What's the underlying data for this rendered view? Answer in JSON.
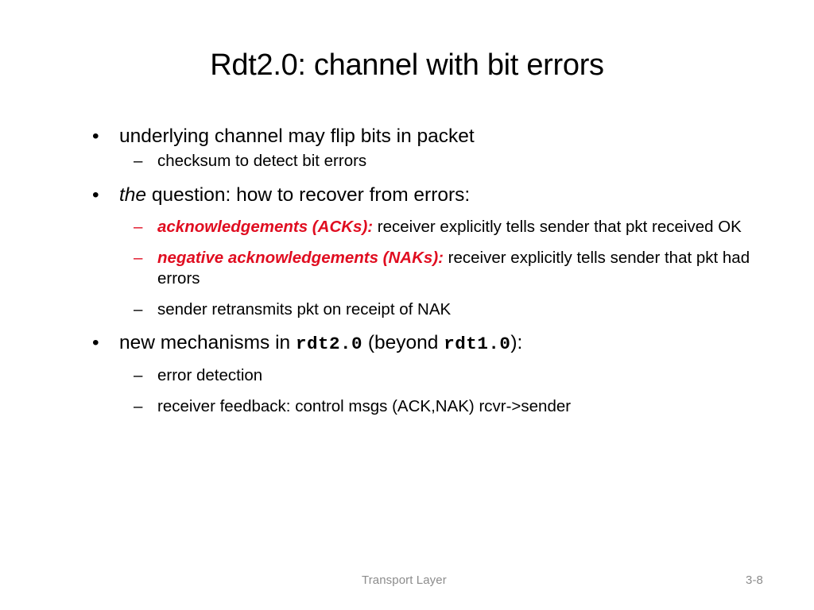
{
  "slide": {
    "title": "Rdt2.0: channel with bit errors",
    "bullet_marker": "•",
    "sub_marker": "–",
    "accent_red": "#e00d20",
    "text_color": "#000000",
    "footer_color": "#8c8c8c",
    "background": "#ffffff"
  },
  "content": {
    "b1": {
      "text": "underlying channel may flip bits in packet"
    },
    "b1s1": {
      "text": "checksum to detect bit errors"
    },
    "b2": {
      "italic_lead": "the",
      "rest": " question: how to recover from errors:"
    },
    "b2s1": {
      "lead": "acknowledgements (ACKs):",
      "rest": " receiver explicitly tells sender that pkt received OK"
    },
    "b2s2": {
      "lead": "negative acknowledgements (NAKs):",
      "rest": " receiver explicitly tells sender that pkt had errors"
    },
    "b2s3": {
      "text": "sender retransmits pkt on receipt of NAK"
    },
    "b3": {
      "pre": "new mechanisms in ",
      "mono1": "rdt2.0",
      "mid": " (beyond ",
      "mono2": "rdt1.0",
      "post": "):"
    },
    "b3s1": {
      "text": "error detection"
    },
    "b3s2": {
      "text": "receiver feedback: control msgs (ACK,NAK) rcvr->sender"
    }
  },
  "footer": {
    "label": "Transport Layer",
    "page": "3-8"
  }
}
